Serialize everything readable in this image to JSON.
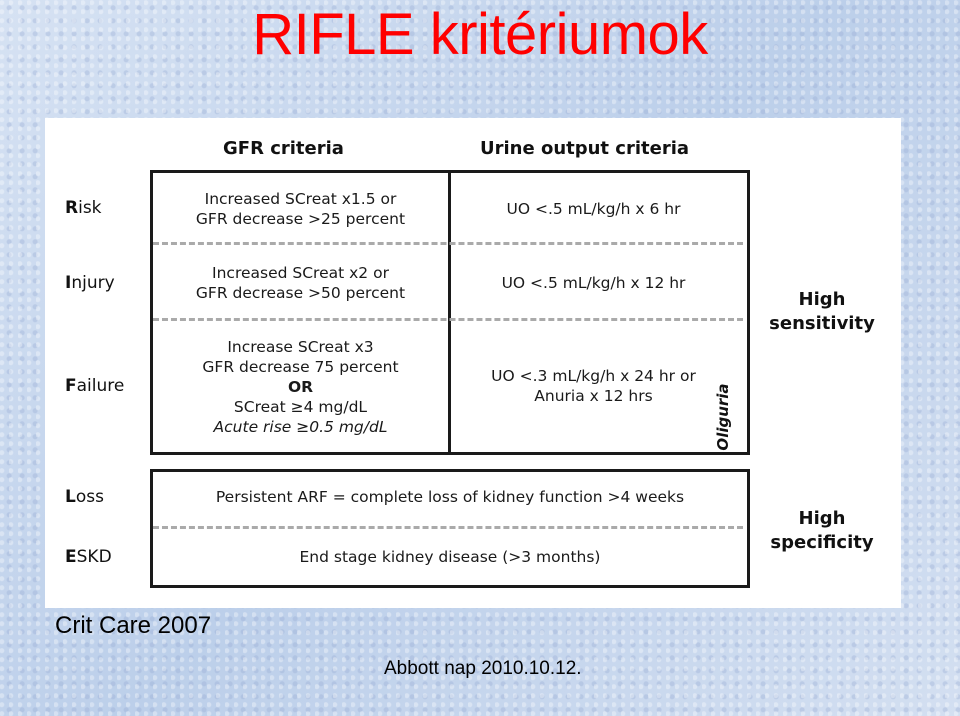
{
  "title": "RIFLE kritériumok",
  "headers": {
    "gfr": "GFR criteria",
    "urine": "Urine output criteria"
  },
  "rows": {
    "risk": {
      "initial": "R",
      "rest": "isk"
    },
    "injury": {
      "initial": "I",
      "rest": "njury"
    },
    "failure": {
      "initial": "F",
      "rest": "ailure"
    },
    "loss": {
      "initial": "L",
      "rest": "oss"
    },
    "eskd": {
      "initial": "E",
      "rest": "SKD"
    }
  },
  "gfr": {
    "risk": [
      "Increased SCreat x1.5 or",
      "GFR decrease >25 percent"
    ],
    "injury": [
      "Increased SCreat x2 or",
      "GFR decrease >50 percent"
    ],
    "failure": [
      "Increase SCreat x3",
      "GFR decrease 75 percent",
      "OR",
      "SCreat ≥4 mg/dL",
      "Acute rise ≥0.5 mg/dL"
    ]
  },
  "urine": {
    "risk": "UO <.5 mL/kg/h x 6 hr",
    "injury": "UO <.5 mL/kg/h x 12 hr",
    "failure": [
      "UO <.3 mL/kg/h x 24 hr or",
      "Anuria x 12 hrs"
    ],
    "oliguria": "Oliguria"
  },
  "outcomes": {
    "loss": "Persistent ARF = complete loss of kidney function >4 weeks",
    "eskd": "End stage kidney disease (>3 months)"
  },
  "side": {
    "sensitivity": [
      "High",
      "sensitivity"
    ],
    "specificity": [
      "High",
      "specificity"
    ]
  },
  "footer": {
    "citation": "Crit Care 2007",
    "event": "Abbott nap 2010.10.12."
  }
}
